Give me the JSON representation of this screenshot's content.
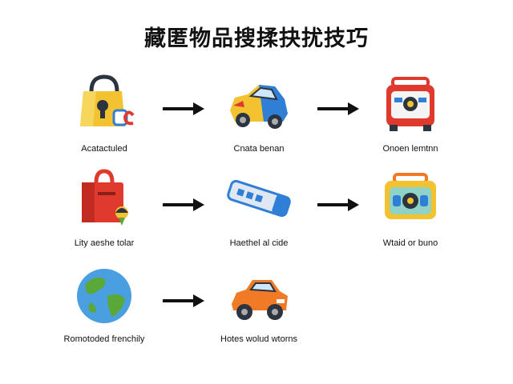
{
  "title": "藏匿物品搜揉抉扰技巧",
  "nodes": [
    {
      "label": "Acatactuled",
      "icon": "lock-bag-icon"
    },
    {
      "label": "Cnata benan",
      "icon": "toy-car-icon"
    },
    {
      "label": "Onoen lemtnn",
      "icon": "radio-icon"
    },
    {
      "label": "Lity aeshe tolar",
      "icon": "red-suitcase-icon"
    },
    {
      "label": "Haethel al cide",
      "icon": "usb-stick-icon"
    },
    {
      "label": "Wtaid or buno",
      "icon": "boombox-icon"
    },
    {
      "label": "Romotoded frenchily",
      "icon": "globe-icon"
    },
    {
      "label": "Hotes wolud wtorns",
      "icon": "orange-car-icon"
    }
  ],
  "colors": {
    "yellow": "#f2c230",
    "red": "#e03a2f",
    "blue": "#2f7fd6",
    "orange": "#f07a26",
    "green": "#5aa838"
  }
}
